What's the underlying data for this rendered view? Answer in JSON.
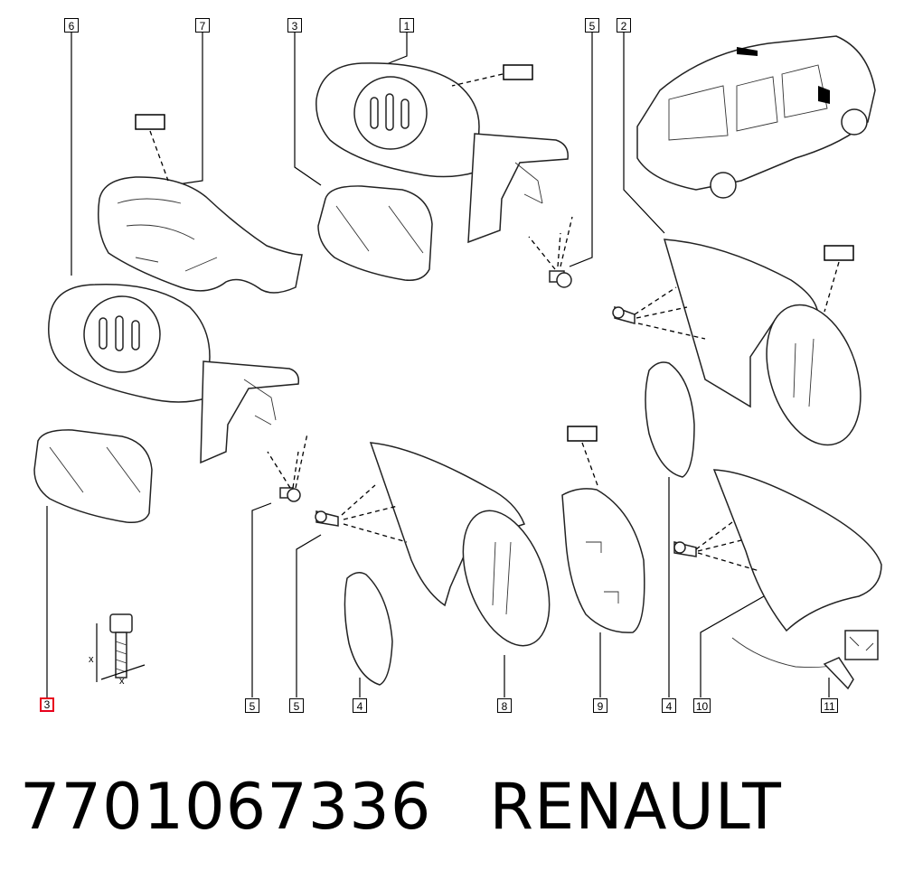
{
  "callouts": [
    {
      "id": "c6",
      "label": "6"
    },
    {
      "id": "c7",
      "label": "7"
    },
    {
      "id": "c3a",
      "label": "3"
    },
    {
      "id": "c1",
      "label": "1"
    },
    {
      "id": "c5a",
      "label": "5"
    },
    {
      "id": "c2",
      "label": "2"
    },
    {
      "id": "c3b",
      "label": "3"
    },
    {
      "id": "c5b",
      "label": "5"
    },
    {
      "id": "c5c",
      "label": "5"
    },
    {
      "id": "c4a",
      "label": "4"
    },
    {
      "id": "c8",
      "label": "8"
    },
    {
      "id": "c9",
      "label": "9"
    },
    {
      "id": "c4b",
      "label": "4"
    },
    {
      "id": "c10",
      "label": "10"
    },
    {
      "id": "c11",
      "label": "11"
    }
  ],
  "screw_dims": {
    "length_mark": "x",
    "width_mark": "x"
  },
  "footer": {
    "part_number": "7701067336",
    "brand": "RENAULT"
  },
  "colors": {
    "highlight": "#e8001c",
    "line": "#000000"
  }
}
